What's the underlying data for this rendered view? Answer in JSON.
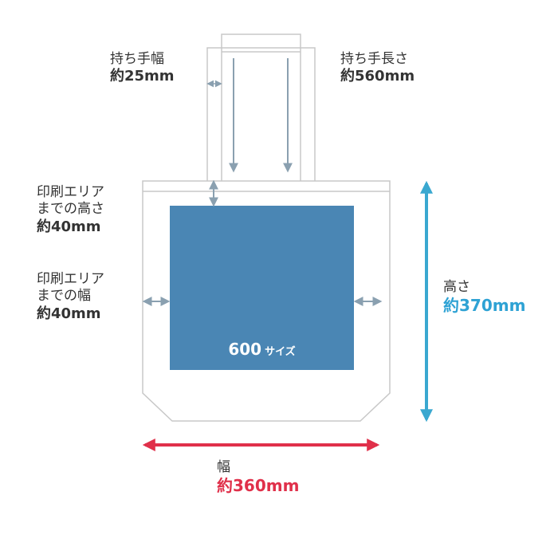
{
  "labels": {
    "handle_width_title": "持ち手幅",
    "handle_width_value": "約25mm",
    "handle_length_title": "持ち手長さ",
    "handle_length_value": "約560mm",
    "print_top_line1": "印刷エリア",
    "print_top_line2": "までの高さ",
    "print_top_value": "約40mm",
    "print_side_line1": "印刷エリア",
    "print_side_line2": "までの幅",
    "print_side_value": "約40mm",
    "height_title": "高さ",
    "height_value": "約370mm",
    "width_title": "幅",
    "width_value": "約360mm",
    "print_area_number": "600",
    "print_area_unit": "サイズ"
  },
  "colors": {
    "outline": "#c8c8c8",
    "print_area": "#4a86b4",
    "small_arrow": "#8aa0b0",
    "height_arrow": "#3aa8d0",
    "width_arrow": "#e0304a",
    "label_text": "#333333",
    "height_value_text": "#2ea2d4",
    "width_value_text": "#e0304a"
  }
}
